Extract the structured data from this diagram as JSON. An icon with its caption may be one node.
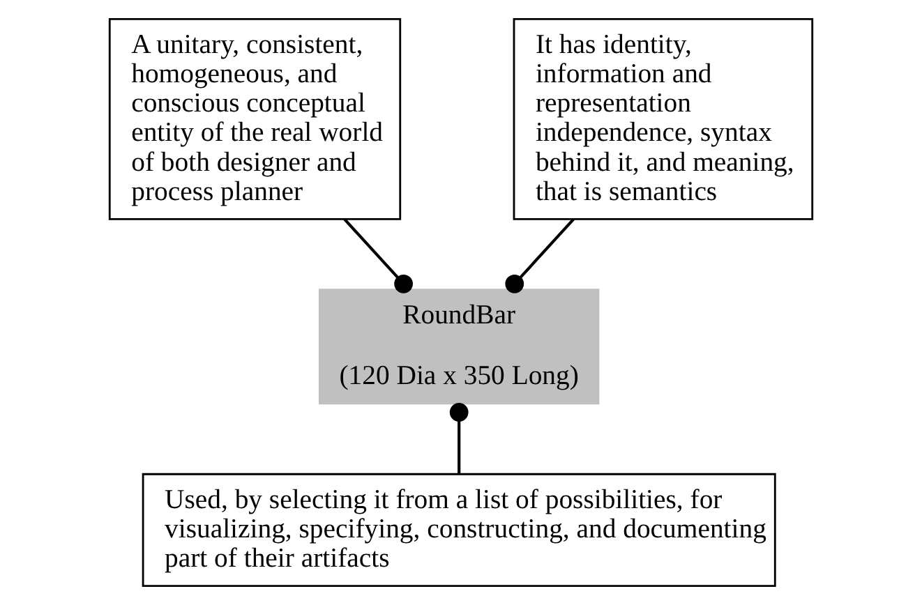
{
  "diagram": {
    "nodes": [
      {
        "text": [
          "A unitary, consistent, homogeneous, and conscious conceptual entity of the real world of both designer and process planner"
        ]
      },
      {
        "text": [
          "It has identity, information and representation independence, syntax behind it, and meaning, that is semantics"
        ]
      },
      {
        "text": [
          "RoundBar",
          "(120 Dia x 350 Long)"
        ]
      },
      {
        "text": [
          "Used, by selecting it from a list of possibilities, for visualizing, specifying, constructing, and documenting part of their artifacts"
        ]
      }
    ],
    "edges": [
      {
        "from": 0,
        "to": 2,
        "arrow": "other"
      },
      {
        "from": 1,
        "to": 2,
        "arrow": "other"
      },
      {
        "from": 3,
        "to": 2,
        "arrow": "other"
      }
    ]
  }
}
